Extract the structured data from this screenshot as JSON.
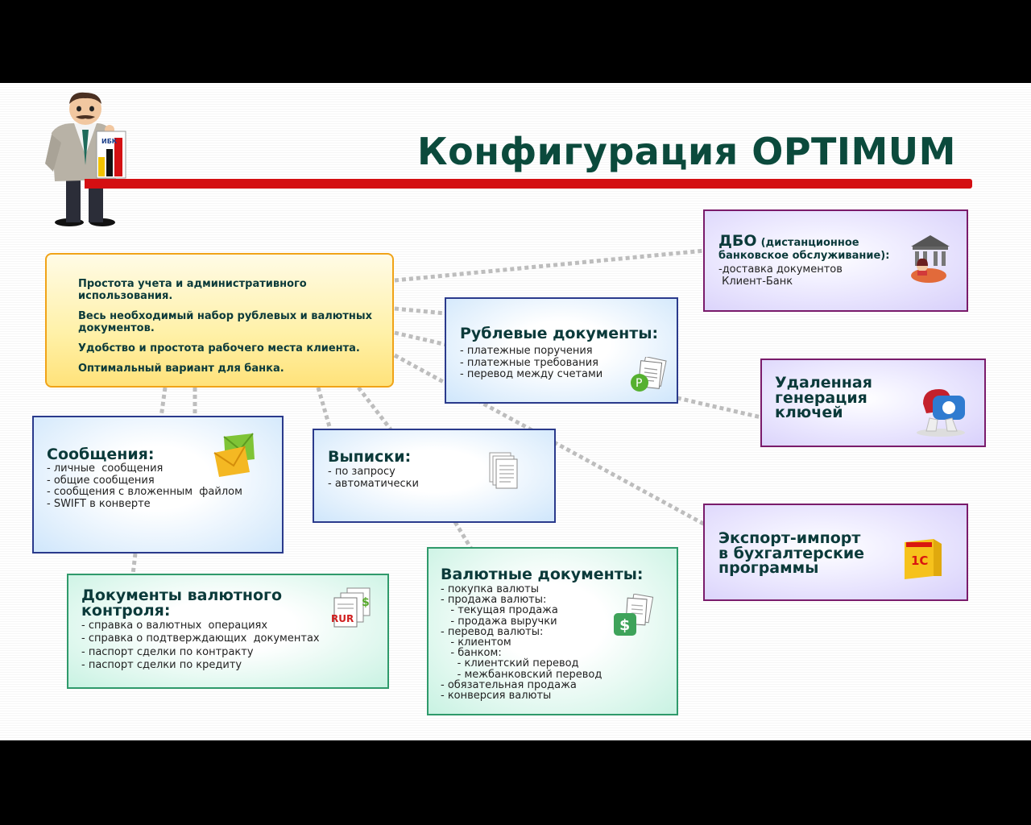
{
  "title": "Конфигурация OPTIMUM",
  "mascot": {
    "chart_label": "ИБК"
  },
  "summary": {
    "lines": [
      "Простота учета и административного использования.",
      "Весь необходимый  набор рублевых и валютных документов.",
      "Удобство и простота рабочего места клиента.",
      "Оптимальный  вариант для банка."
    ]
  },
  "dbo": {
    "title": "ДБО",
    "subtitle": "(дистанционное банковское обслуживание):",
    "items": "-доставка документов\n Клиент-Банк",
    "icon": "bank-icon"
  },
  "rub": {
    "title": "Рублевые документы:",
    "items": "- платежные поручения\n- платежные требования\n- перевод между счетами",
    "icon": "ruble-document-icon"
  },
  "keys": {
    "title": "Удаленная\nгенерация\nключей",
    "icon": "key-icon"
  },
  "messages": {
    "title": "Сообщения:",
    "items": "- личные  сообщения\n- общие сообщения\n- сообщения с вложенным  файлом\n- SWIFT в конверте",
    "icon": "envelope-icon"
  },
  "statements": {
    "title": "Выписки:",
    "items": "- по запросу\n- автоматически",
    "icon": "documents-icon"
  },
  "export": {
    "title": "Экспорт-импорт\nв бухгалтерские\nпрограммы",
    "icon": "1c-accounting-icon",
    "badge": "1С"
  },
  "currency_control": {
    "title": "Документы валютного\nконтроля:",
    "items": "- справка о валютных  операциях\n- справка о подтверждающих  документах\n- паспорт сделки по контракту\n- паспорт сделки по кредиту",
    "icon": "rur-document-icon",
    "badge": "RUR"
  },
  "currency_docs": {
    "title": "Валютные документы:",
    "items": "- покупка валюты\n- продажа валюты:\n   - текущая продажа\n   - продажа выручки\n- перевод валюты:\n   - клиентом\n   - банком:\n     - клиентский перевод\n     - межбанковский перевод\n- обязательная продажа\n- конверсия валюты",
    "icon": "dollar-document-icon"
  },
  "colors": {
    "title": "#0b4a3c",
    "red_bar": "#d40f12",
    "blue_border": "#2a3a8c",
    "purple_border": "#7a1b6b",
    "green_border": "#2f9a6b",
    "yellow_border": "#f0a318"
  }
}
